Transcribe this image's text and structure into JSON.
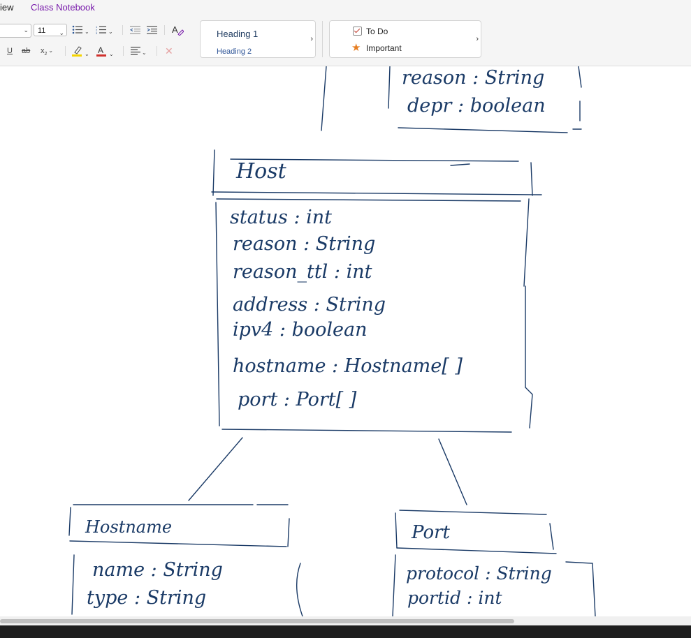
{
  "tabs": {
    "view_label": "iew",
    "class_notebook_label": "Class Notebook"
  },
  "ribbon": {
    "font_size_value": "11",
    "styles": {
      "heading1": "Heading 1",
      "heading2": "Heading 2"
    },
    "tags": {
      "todo": "To Do",
      "important": "Important"
    },
    "icons": {
      "bullets": "bullet-list-icon",
      "numbering": "numbered-list-icon",
      "outdent": "decrease-indent-icon",
      "indent": "increase-indent-icon",
      "clear_format": "clear-formatting-icon",
      "underline": "underline-icon",
      "strike": "strikethrough-icon",
      "subscript": "subscript-icon",
      "highlight": "highlighter-icon",
      "font_color": "font-color-icon",
      "align": "align-icon",
      "delete": "delete-icon"
    },
    "colors": {
      "accent_purple": "#7719aa",
      "highlight_yellow": "#f5d400",
      "font_red": "#d0312d",
      "star_orange": "#e67e22"
    }
  },
  "ink": {
    "top_box": {
      "lines": [
        "reason : String",
        "depr : boolean"
      ]
    },
    "host_box": {
      "title": "Host",
      "fields": [
        "status : int",
        "reason : String",
        "reason_ttl : int",
        "address : String",
        "ipv4 : boolean",
        "hostname : Hostname[ ]",
        "port : Port[ ]"
      ]
    },
    "hostname_box": {
      "title": "Hostname",
      "fields": [
        "name : String",
        "type : String"
      ]
    },
    "port_box": {
      "title": "Port",
      "fields": [
        "protocol : String",
        "portid : int"
      ]
    },
    "ink_color": "#1a3a66"
  }
}
